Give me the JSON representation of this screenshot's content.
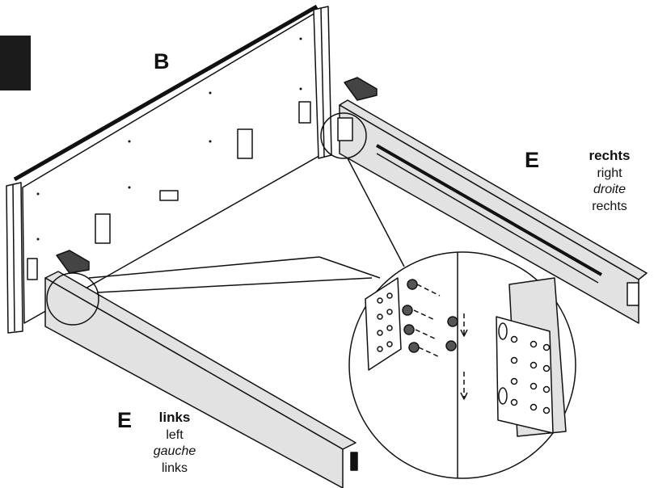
{
  "colors": {
    "line": "#111111",
    "board_fill": "#e2e2e2",
    "panel_fill": "#ffffff",
    "tab": "#1b1b1b"
  },
  "labels": {
    "panel": "B",
    "rail_left": "E",
    "rail_right": "E"
  },
  "right_rail_text": {
    "de": "rechts",
    "en": "right",
    "fr": "droite",
    "nl": "rechts"
  },
  "left_rail_text": {
    "de": "links",
    "en": "left",
    "fr": "gauche",
    "nl": "links"
  },
  "icons": [
    "arrow-left-icon",
    "arrow-right-icon",
    "screw-icon",
    "bracket-icon"
  ]
}
